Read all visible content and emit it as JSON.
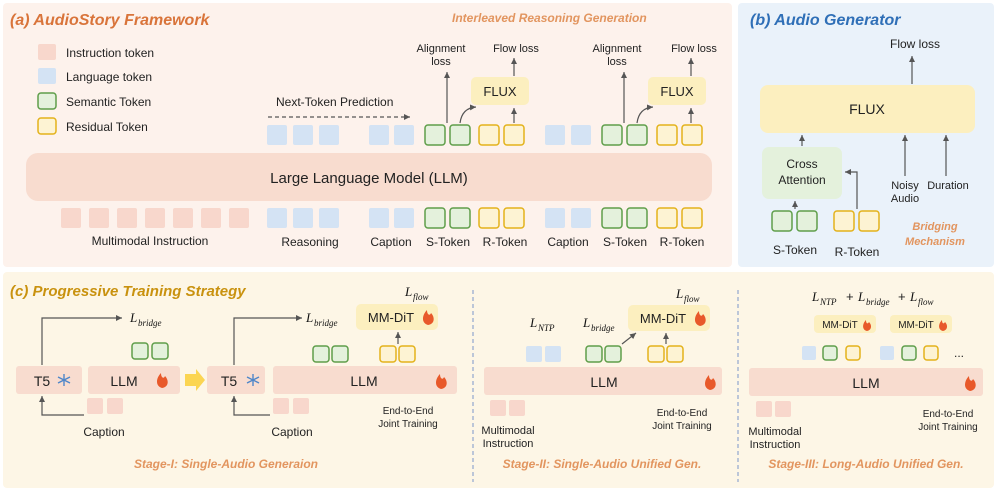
{
  "panel_a": {
    "title": "(a) AudioStory Framework",
    "subtitle": "Interleaved Reasoning Generation",
    "legend": {
      "instruction": "Instruction token",
      "language": "Language token",
      "semantic": "Semantic Token",
      "residual": "Residual Token"
    },
    "next_token": "Next-Token Prediction",
    "llm_label": "Large Language Model (LLM)",
    "alignment_loss_1": "Alignment",
    "alignment_loss_2": "loss",
    "flow_loss": "Flow loss",
    "flux": "FLUX",
    "bottom_labels": {
      "multimodal_instruction": "Multimodal Instruction",
      "reasoning": "Reasoning",
      "caption": "Caption",
      "s_token": "S-Token",
      "r_token": "R-Token"
    }
  },
  "panel_b": {
    "title": "(b) Audio Generator",
    "flow_loss": "Flow loss",
    "flux": "FLUX",
    "cross_attention_1": "Cross",
    "cross_attention_2": "Attention",
    "noisy_1": "Noisy",
    "noisy_2": "Audio",
    "duration": "Duration",
    "s_token": "S-Token",
    "r_token": "R-Token",
    "bridging_1": "Bridging",
    "bridging_2": "Mechanism"
  },
  "panel_c": {
    "title": "(c) Progressive Training Strategy",
    "t5": "T5",
    "llm": "LLM",
    "mmdit": "MM-DiT",
    "caption": "Caption",
    "e2e_1": "End-to-End",
    "e2e_2": "Joint Training",
    "multimodal_1": "Multimodal",
    "multimodal_2": "Instruction",
    "ellipsis": "...",
    "stage1": "Stage-I: Single-Audio Generaion",
    "stage2": "Stage-II: Single-Audio Unified Gen.",
    "stage3": "Stage-III: Long-Audio Unified Gen.",
    "loss_L": "L",
    "sub_bridge": "bridge",
    "sub_flow": "flow",
    "sub_ntp": "NTP",
    "plus": "+"
  },
  "colors": {
    "instruction": "#f8d7cc",
    "language": "#d4e3f4",
    "semantic_fill": "#e4f1dc",
    "semantic_stroke": "#5f9e4a",
    "residual_fill": "#fdf3d3",
    "residual_stroke": "#e3b21b",
    "flux": "#fcefbf",
    "title_orange": "#d9743a",
    "title_blue": "#2f6fb7",
    "title_gold": "#c9920f"
  }
}
